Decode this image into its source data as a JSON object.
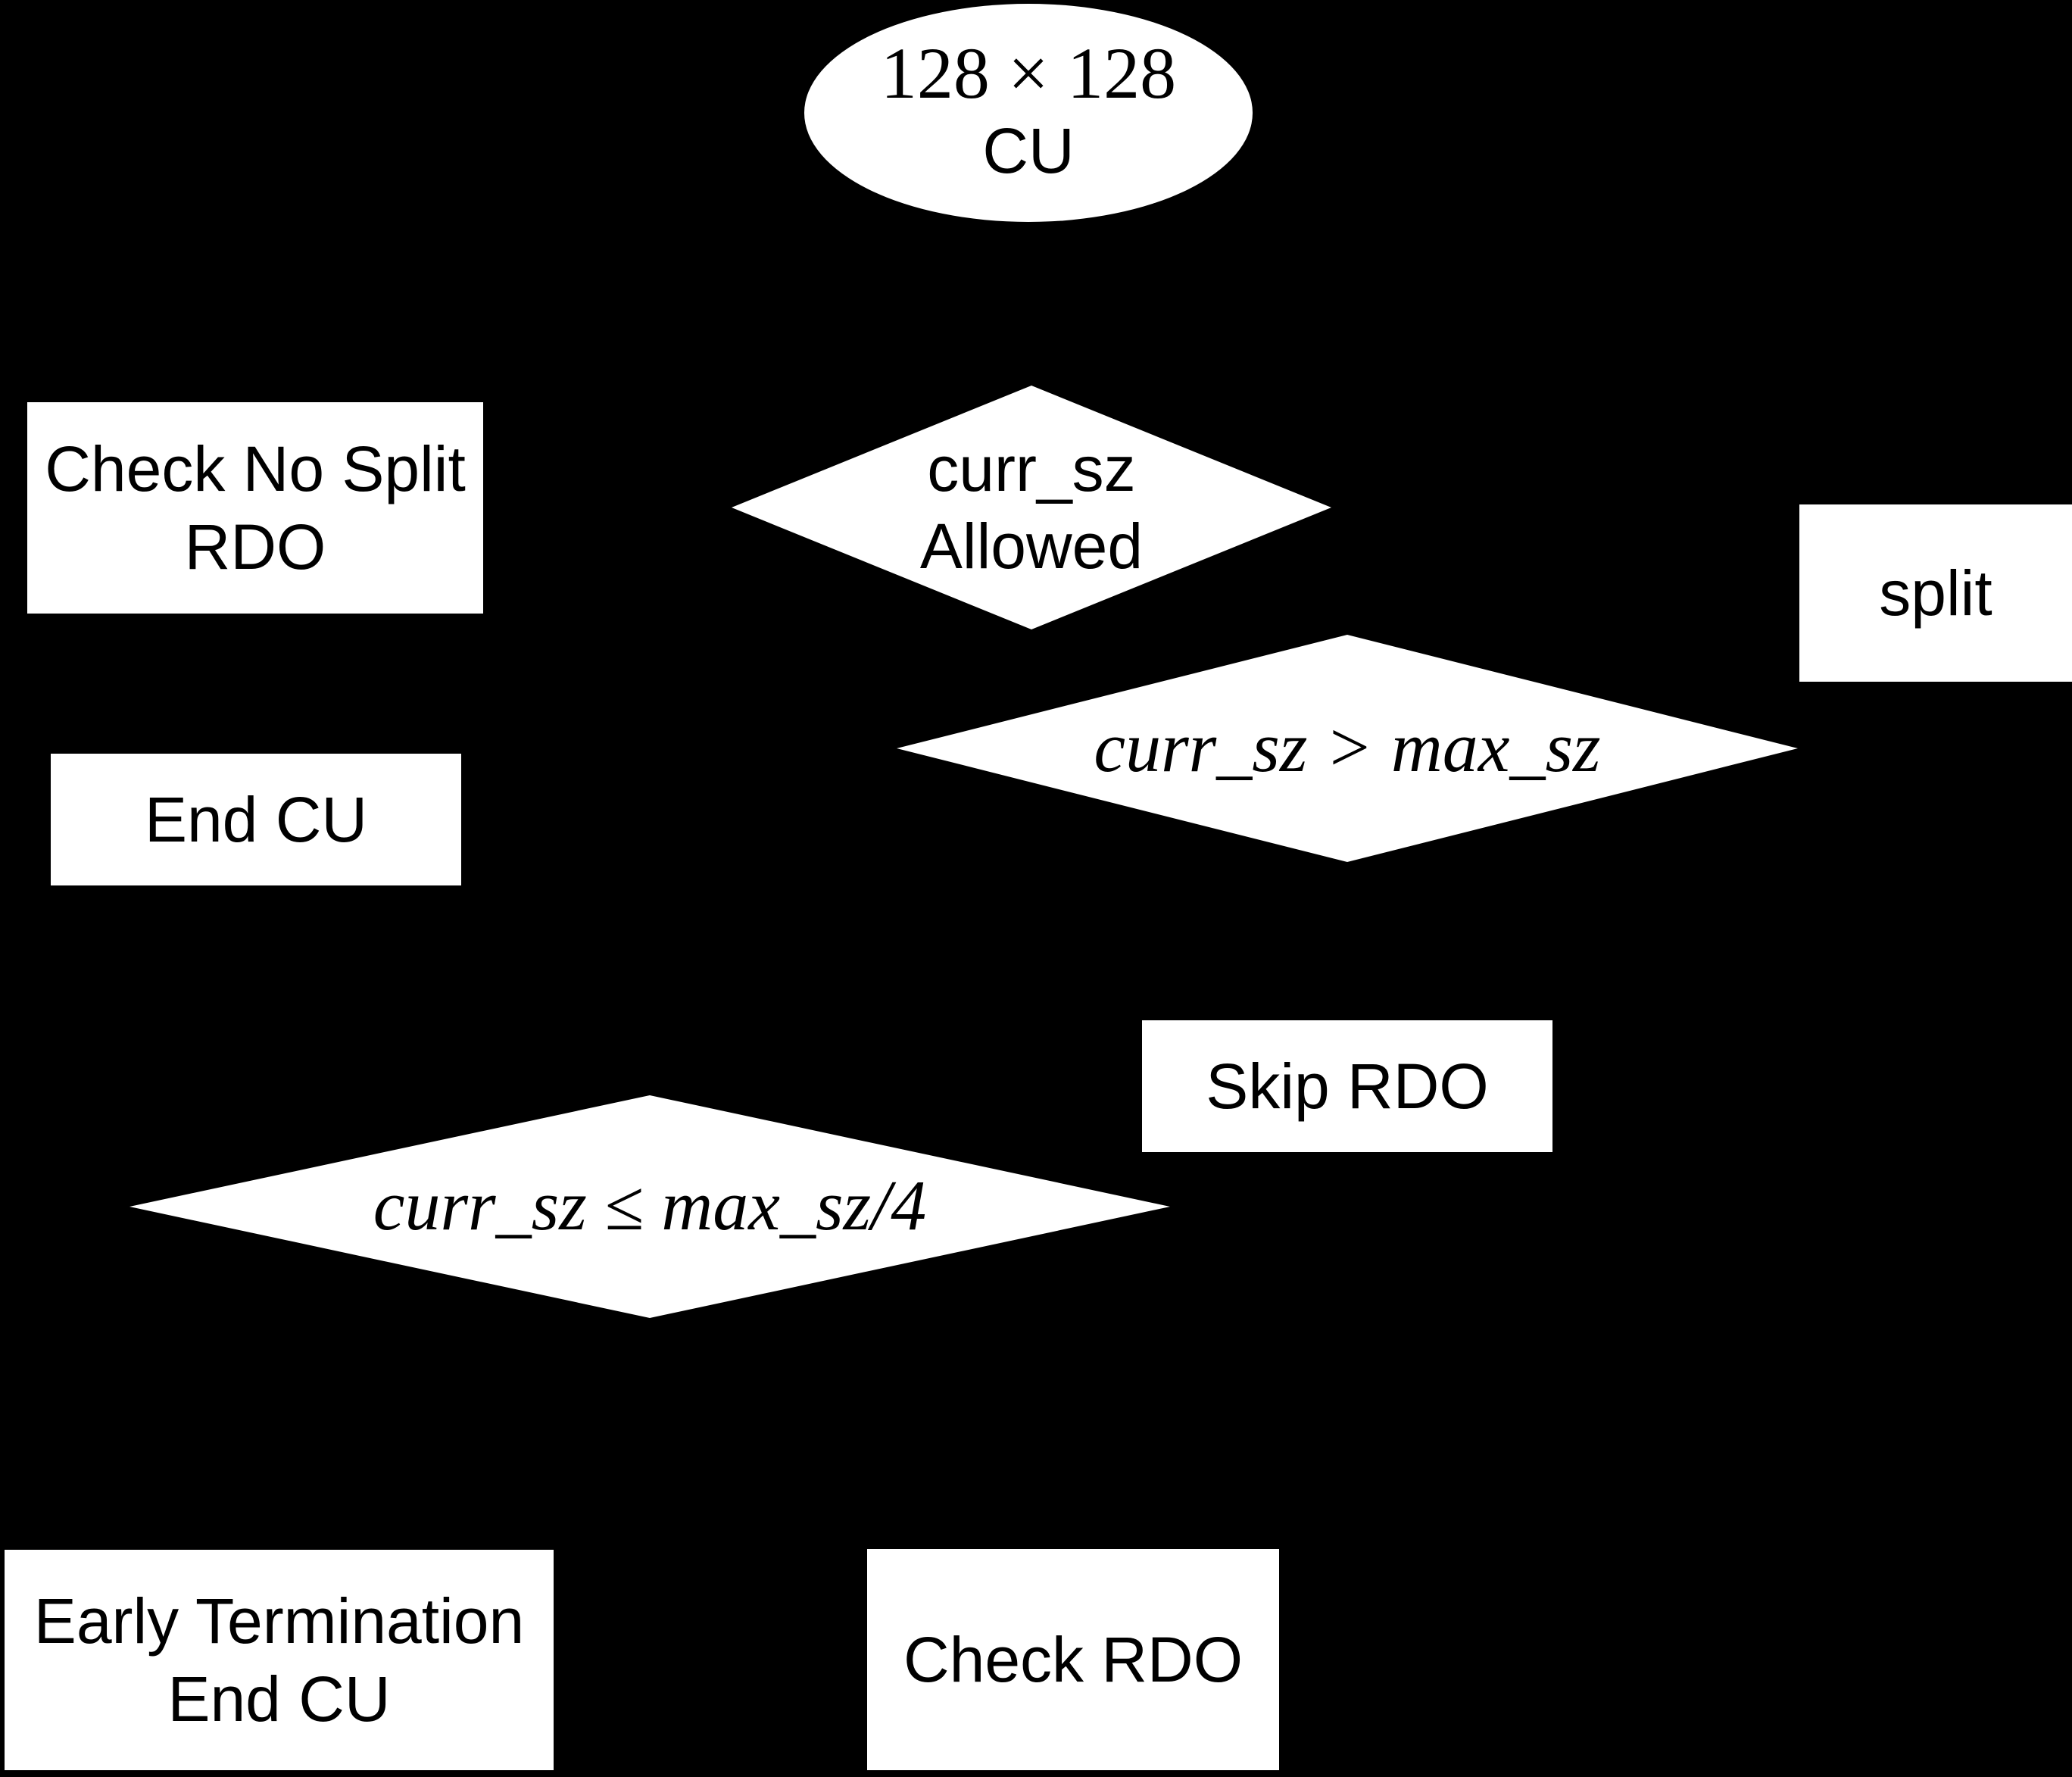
{
  "diagram": {
    "title": "CU split decision flowchart",
    "colors": {
      "background": "#000000",
      "node-fill": "#ffffff",
      "node-text": "#000000"
    },
    "nodes": {
      "start_cu": {
        "shape": "ellipse",
        "line1": "128 × 128",
        "line2": "CU"
      },
      "check_no_split_rdo": {
        "shape": "rect",
        "line1": "Check No Split",
        "line2": "RDO"
      },
      "curr_sz_allowed": {
        "shape": "diamond",
        "line1": "curr_sz",
        "line2": "Allowed"
      },
      "split": {
        "shape": "rect",
        "label": "split"
      },
      "curr_sz_gt_max_sz": {
        "shape": "diamond",
        "label": "curr_sz > max_sz"
      },
      "end_cu": {
        "shape": "rect",
        "label": "End CU"
      },
      "skip_rdo": {
        "shape": "rect",
        "label": "Skip RDO"
      },
      "curr_sz_le_max_sz_4": {
        "shape": "diamond",
        "label": "curr_sz ≤ max_sz/4"
      },
      "early_termination_end_cu": {
        "shape": "rect",
        "line1": "Early Termination",
        "line2": "End CU"
      },
      "check_rdo": {
        "shape": "rect",
        "label": "Check RDO"
      }
    }
  }
}
